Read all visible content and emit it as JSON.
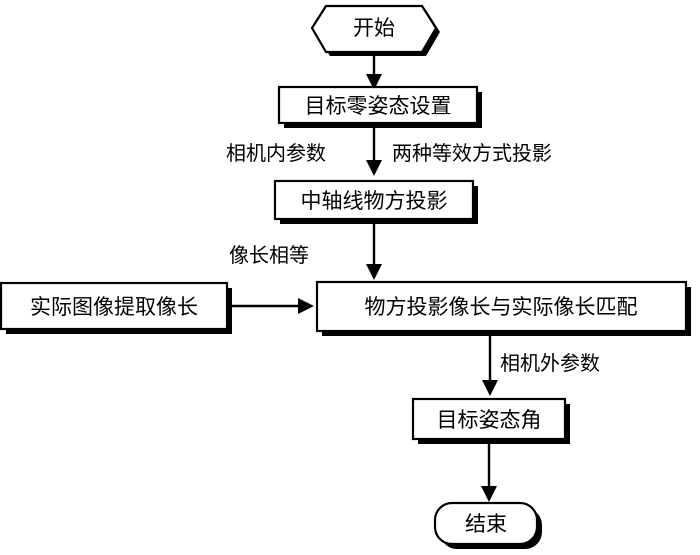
{
  "nodes": {
    "start": "开始",
    "zero_attitude": "目标零姿态设置",
    "axis_projection": "中轴线物方投影",
    "extract_length": "实际图像提取像长",
    "match": "物方投影像长与实际像长匹配",
    "attitude_angle": "目标姿态角",
    "end": "结束"
  },
  "edge_labels": {
    "intrinsic": "相机内参数",
    "projection_methods": "两种等效方式投影",
    "equal_length": "像长相等",
    "extrinsic": "相机外参数"
  }
}
